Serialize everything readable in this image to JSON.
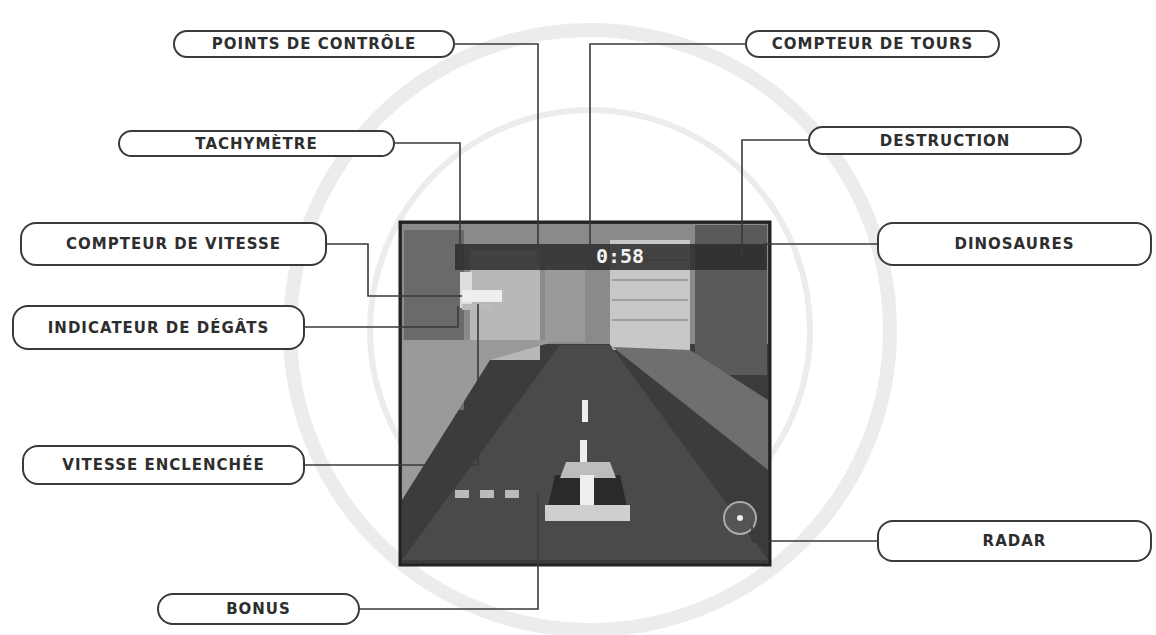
{
  "diagram": {
    "nodes": [
      {
        "text": [
          "POINTS DE CONTRÔLE"
        ]
      },
      {
        "text": [
          "COMPTEUR DE TOURS"
        ]
      },
      {
        "text": [
          "TACHYMÈTRE"
        ]
      },
      {
        "text": [
          "DESTRUCTION"
        ]
      },
      {
        "text": [
          "COMPTEUR DE VITESSE"
        ]
      },
      {
        "text": [
          "DINOSAURES"
        ]
      },
      {
        "text": [
          "INDICATEUR DE DÉGÂTS"
        ]
      },
      {
        "text": [
          "VITESSE ENCLENCHÉE"
        ]
      },
      {
        "text": [
          "RADAR"
        ]
      },
      {
        "text": [
          "BONUS"
        ]
      }
    ],
    "labels": [
      "0:58"
    ]
  }
}
